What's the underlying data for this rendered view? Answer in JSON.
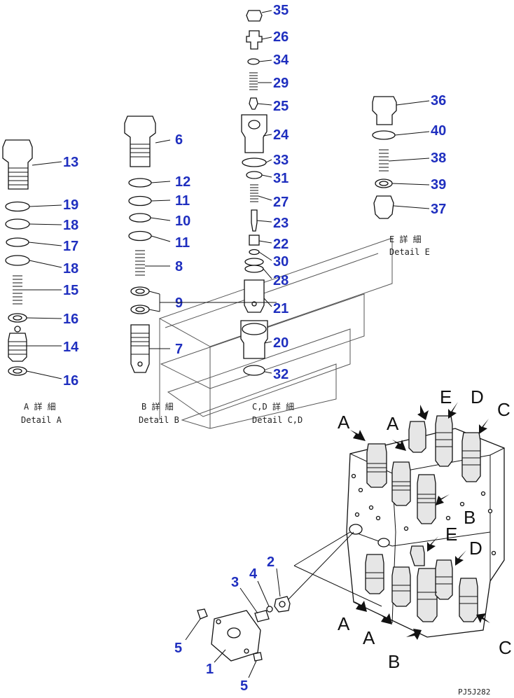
{
  "callouts": {
    "n35": "35",
    "n26": "26",
    "n34": "34",
    "n29": "29",
    "n25": "25",
    "n24": "24",
    "n33": "33",
    "n31": "31",
    "n27": "27",
    "n23": "23",
    "n22": "22",
    "n30": "30",
    "n28": "28",
    "n21": "21",
    "n20": "20",
    "n32": "32",
    "n36": "36",
    "n40": "40",
    "n38": "38",
    "n39": "39",
    "n37": "37",
    "n6": "6",
    "n12": "12",
    "n11a": "11",
    "n10": "10",
    "n11b": "11",
    "n8": "8",
    "n9": "9",
    "n7": "7",
    "n13": "13",
    "n19": "19",
    "n18a": "18",
    "n17": "17",
    "n18b": "18",
    "n15": "15",
    "n16a": "16",
    "n14": "14",
    "n16b": "16",
    "n1": "1",
    "n2": "2",
    "n3": "3",
    "n4": "4",
    "n5a": "5",
    "n5b": "5"
  },
  "captions": {
    "a_jp": "A 詳 細",
    "a_en": "Detail A",
    "b_jp": "B 詳 細",
    "b_en": "Detail B",
    "cd_jp": "C,D 詳 細",
    "cd_en": "Detail C,D",
    "e_jp": "E 詳 細",
    "e_en": "Detail E"
  },
  "view_letters": {
    "e_top": "E",
    "d_top": "D",
    "c_top": "C",
    "a_top1": "A",
    "a_top2": "A",
    "b_mid": "B",
    "e_mid": "E",
    "d_mid": "D",
    "a_bot1": "A",
    "a_bot2": "A",
    "b_bot": "B",
    "c_bot": "C"
  },
  "drawing_code": "PJ5J282"
}
